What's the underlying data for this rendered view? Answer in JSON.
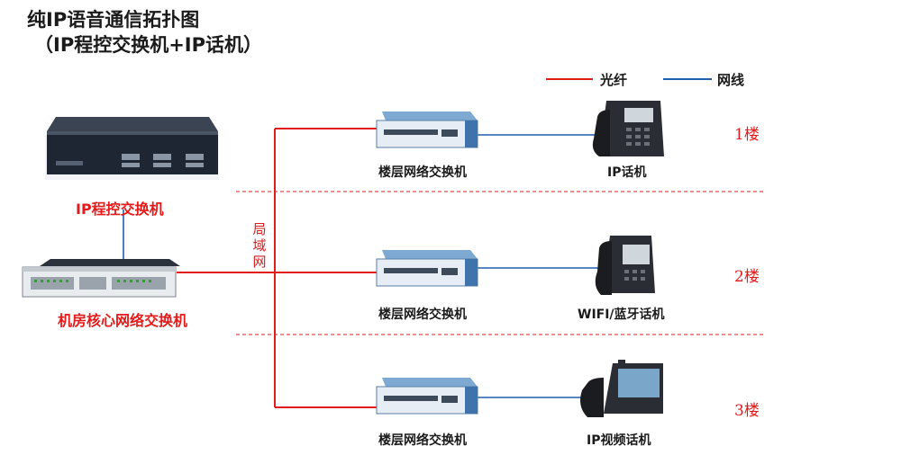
{
  "title": {
    "line1": "纯IP语音通信拓扑图",
    "line2": "（IP程控交换机+IP话机）"
  },
  "legend": {
    "fiber_label": "光纤",
    "fiber_color": "#e31b1b",
    "cable_label": "网线",
    "cable_color": "#1f5fb0"
  },
  "devices": {
    "pbx_label": "IP程控交换机",
    "core_switch_label": "机房核心网络交换机",
    "lan_label": "局域网"
  },
  "floors": [
    {
      "floor_label": "1楼",
      "switch_label": "楼层网络交换机",
      "phone_label": "IP话机"
    },
    {
      "floor_label": "2楼",
      "switch_label": "楼层网络交换机",
      "phone_label": "WIFI/蓝牙话机"
    },
    {
      "floor_label": "3楼",
      "switch_label": "楼层网络交换机",
      "phone_label": "IP视频话机"
    }
  ],
  "icons": {
    "pbx": "pbx-device-icon",
    "core_switch": "rack-switch-icon",
    "floor_switch": "network-switch-icon",
    "phone": "ip-phone-icon"
  }
}
